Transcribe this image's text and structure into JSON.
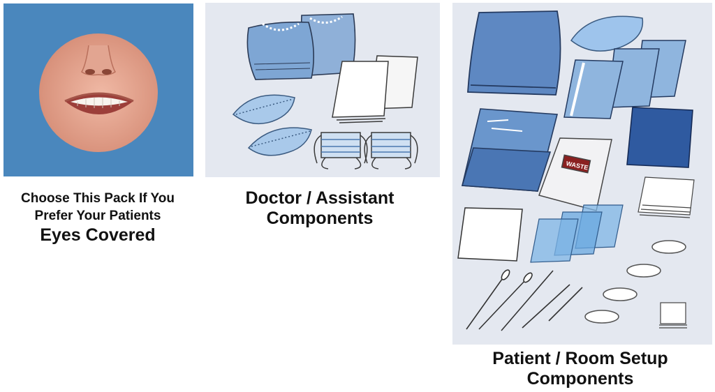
{
  "face_option": {
    "line1": "Choose This Pack If You",
    "line2": "Prefer Your Patients",
    "line3": "Eyes Covered"
  },
  "doctor_components": {
    "line1": "Doctor / Assistant",
    "line2": "Components"
  },
  "patient_components": {
    "line1": "Patient / Room Setup",
    "line2": "Components",
    "waste_bag_label": "WASTE"
  },
  "colors": {
    "face_panel_bg": "#4a87bd",
    "component_panel_bg": "#e4e8f0",
    "gown_blue": "#7ea6d4",
    "dark_blue": "#2f5aa0"
  }
}
